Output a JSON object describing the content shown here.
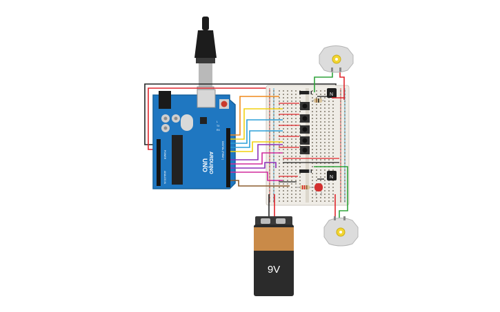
{
  "arduino": {
    "brand": "ARDUINO",
    "model": "UNO",
    "digital_label": "DIGITAL (PWM~)",
    "power_label": "POWER",
    "analog_label": "ANALOG IN",
    "tx_label": "TX",
    "rx_label": "RX",
    "l_label": "L",
    "on_label": "ON"
  },
  "battery": {
    "label": "9V"
  },
  "transistors": {
    "top_label": "N",
    "bottom_label": "N"
  },
  "colors": {
    "board": "#1f77c1",
    "board_dark": "#17629d",
    "breadboard": "#efece6",
    "battery_top": "#c98a48",
    "battery_body": "#2b2b2b",
    "motor": "#dcdcdc",
    "motor_hub": "#f2d531",
    "wire_red": "#e0242a",
    "wire_black": "#222222",
    "wire_green": "#2ea33a",
    "wire_orange": "#f08a1c",
    "wire_yellow": "#f2d10e",
    "wire_blue": "#2a9fd8",
    "wire_purple": "#8b2fb8",
    "wire_magenta": "#d0289c",
    "wire_brown": "#8b5a2b",
    "led": "#d3302f"
  },
  "icons": [
    "usb-plug-icon",
    "dc-motor-icon",
    "push-button-icon",
    "led-icon",
    "resistor-icon",
    "transistor-icon",
    "battery-icon"
  ]
}
